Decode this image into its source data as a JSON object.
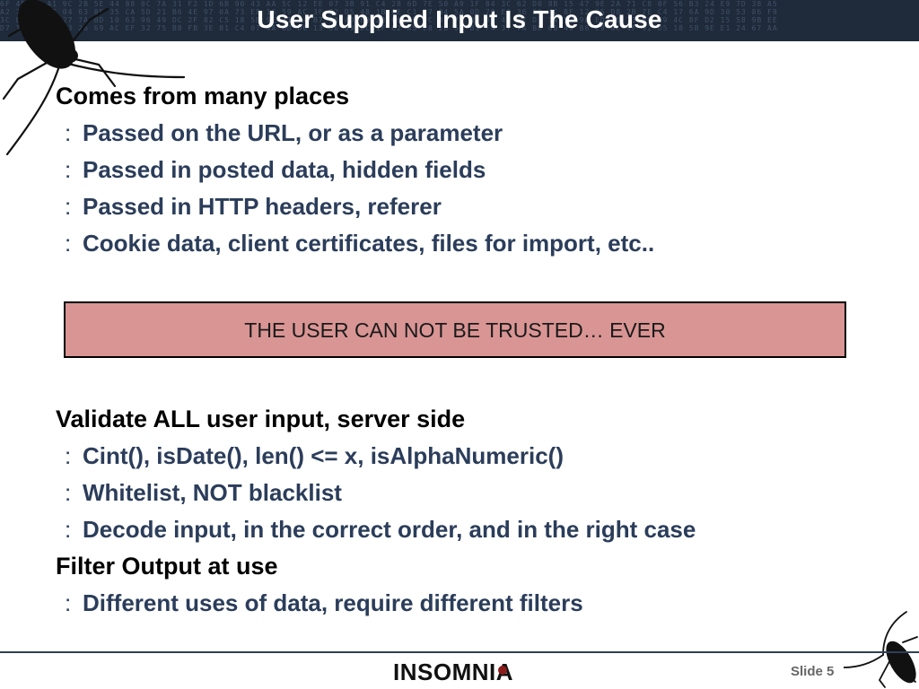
{
  "slide": {
    "title": "User Supplied Input Is The Cause",
    "section1": {
      "heading": "Comes from many places",
      "bullets": [
        "Passed on the URL, or as a parameter",
        "Passed in posted data, hidden fields",
        "Passed in HTTP headers, referer",
        "Cookie data, client certificates, files for import, etc.."
      ]
    },
    "warning": "THE USER CAN NOT BE TRUSTED… EVER",
    "section2": {
      "heading": "Validate ALL user input, server side",
      "bullets": [
        "Cint(), isDate(), len() <= x, isAlphaNumeric()",
        "Whitelist, NOT blacklist",
        "Decode input, in the correct order, and in the right case"
      ]
    },
    "section3": {
      "heading": "Filter Output at use",
      "bullets": [
        "Different uses of data, require different filters"
      ]
    },
    "bullet_marker": ":",
    "footer": {
      "logo": "INSOMNIA",
      "slide_label": "Slide 5"
    }
  },
  "colors": {
    "header_bg": "#1f2a3a",
    "bullet_text": "#2b3d5a",
    "warning_bg": "#d99594"
  }
}
